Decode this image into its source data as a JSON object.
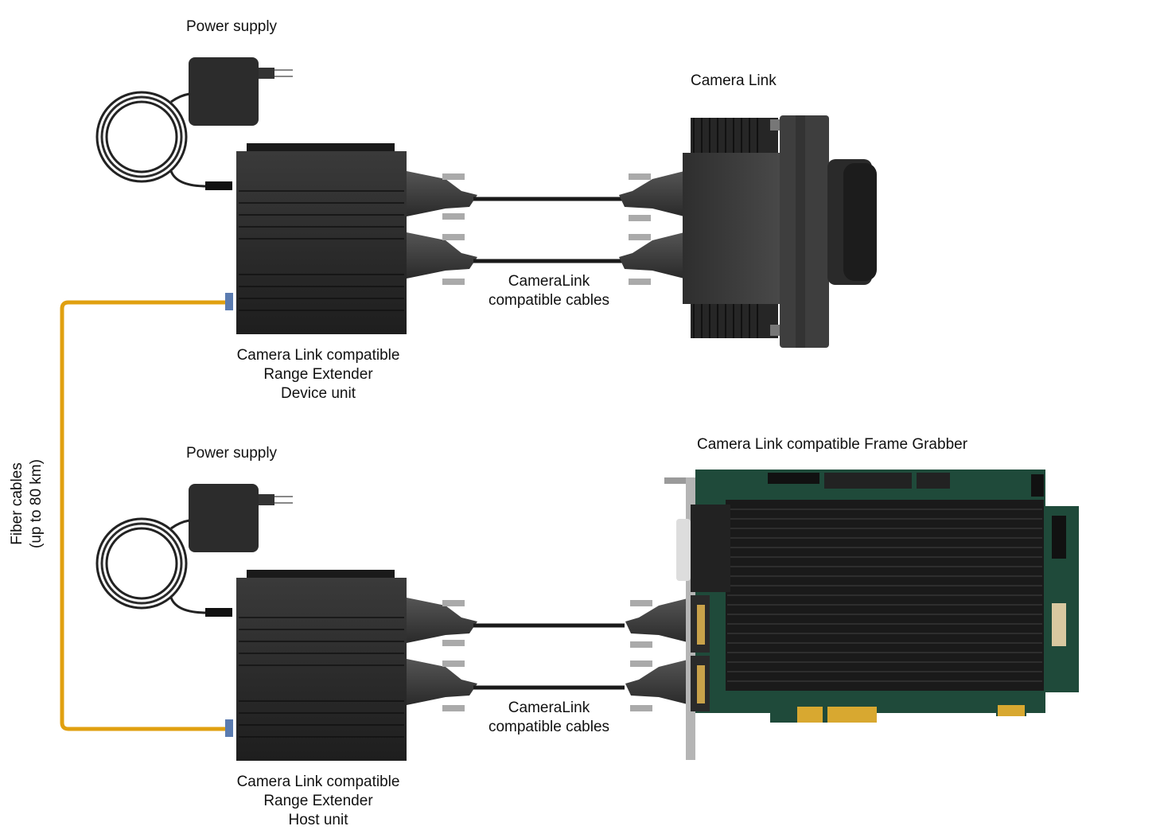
{
  "labels": {
    "power_supply_top": "Power supply",
    "power_supply_bottom": "Power supply",
    "camera_link": "Camera Link",
    "frame_grabber": "Camera Link compatible Frame Grabber",
    "cables_top": [
      "CameraLink",
      "compatible cables"
    ],
    "cables_bottom": [
      "CameraLink",
      "compatible cables"
    ],
    "device_unit": [
      "Camera Link compatible",
      "Range Extender",
      "Device unit"
    ],
    "host_unit": [
      "Camera Link compatible",
      "Range Extender",
      "Host unit"
    ],
    "fiber": [
      "Fiber cables",
      "(up to 80 km)"
    ]
  },
  "colors": {
    "fiber": "#e0a010",
    "device_body": "#2b2b2b",
    "camera_body": "#3a3a3a",
    "pcb": "#1f4a3a",
    "heatsink": "#1a1a1a"
  }
}
